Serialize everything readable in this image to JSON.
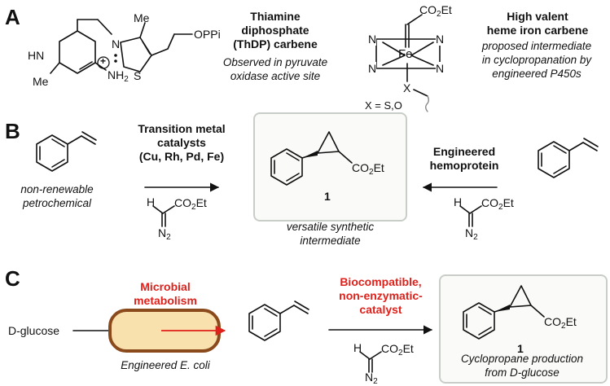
{
  "panels": {
    "A": {
      "label": "A",
      "thdp": {
        "title_lines": [
          "Thiamine",
          "diphosphate",
          "(ThDP) carbene"
        ],
        "note_lines": [
          "Observed in pyruvate",
          "oxidase active site"
        ],
        "atoms": {
          "me1": "Me",
          "opp": "OPPi",
          "hn": "HN",
          "me2": "Me",
          "nh2": "NH",
          "nh2_sub": "2",
          "n1": "N",
          "s": "S",
          "plus": "+"
        }
      },
      "heme": {
        "title_lines": [
          "High valent",
          "heme iron carbene"
        ],
        "note_lines": [
          "proposed intermediate",
          "in cyclopropanation by",
          "engineered P450s"
        ],
        "atoms": {
          "co2et": "CO",
          "co2et_sub": "2",
          "co2et_tail": "Et",
          "fe": "Fe",
          "x": "X",
          "n": "N"
        },
        "x_def": "X = S,O"
      }
    },
    "B": {
      "label": "B",
      "left_catalyst_lines": [
        "Transition metal",
        "catalysts",
        "(Cu, Rh, Pd, Fe)"
      ],
      "right_catalyst_lines": [
        "Engineered",
        "hemoprotein"
      ],
      "styrene_note_lines": [
        "non-renewable",
        "petrochemical"
      ],
      "product_number": "1",
      "product_note_lines": [
        "versatile synthetic",
        "intermediate"
      ],
      "reagent": {
        "h": "H",
        "co2et": "CO",
        "sub2": "2",
        "et": "Et",
        "n": "N"
      }
    },
    "C": {
      "label": "C",
      "start": "D-glucose",
      "metabolism_lines": [
        "Microbial",
        "metabolism"
      ],
      "cell_label": "Engineered E. coli",
      "catalyst_lines": [
        "Biocompatible,",
        "non-enzymatic-",
        "catalyst"
      ],
      "product_number": "1",
      "product_note_lines": [
        "Cyclopropane production",
        "from D-glucose"
      ],
      "reagent": {
        "h": "H",
        "co2et": "CO",
        "sub2": "2",
        "et": "Et",
        "n": "N"
      }
    }
  },
  "colors": {
    "accent": "#e0201a",
    "box_border": "#c9cdc7",
    "cell_fill": "#f9e1ad",
    "cell_border": "#8a4a1c"
  }
}
